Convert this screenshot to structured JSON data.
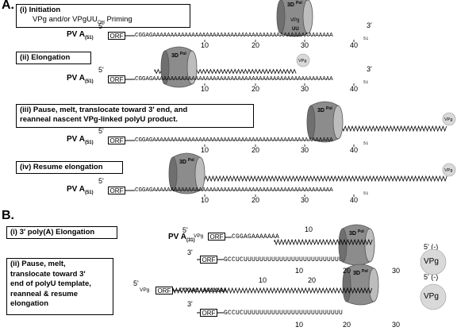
{
  "sections": {
    "a": "A.",
    "b": "B."
  },
  "a_steps": [
    {
      "title": "(i) Initiation",
      "subtitle": "VPg and/or VPgUU",
      "subtitle_sub": "OH",
      "subtitle_end": " Priming"
    },
    {
      "title": "(ii) Elongation"
    },
    {
      "title": "(iii) Pause, melt, translocate toward 3' end, and",
      "title2": "reanneal nascent VPg-linked polyU product."
    },
    {
      "title": "(iv) Resume elongation"
    }
  ],
  "b_steps": [
    {
      "title": "(i) 3' poly(A) Elongation"
    },
    {
      "title": "(ii) Pause, melt,",
      "l2": "translocate toward 3'",
      "l3": "end of polyU template,",
      "l4": "reanneal & resume",
      "l5": "elongation"
    }
  ],
  "template": {
    "pv_label": "PV A",
    "pv_sub_a": "(51)",
    "pv_sub_b": "(31)",
    "orf": "ORF",
    "five": "5'",
    "three": "3'",
    "five_minus": "5' (-)",
    "seq_a": "CGGAGAAAAAAAAAAAAAAAAAAAAAAAAAAAAAAAAAAAAAAAAAAAAAAAAAAA",
    "seq_a_end": "51",
    "seq_b_plus": "CGGAGAAAAAAA",
    "seq_b_minus": "GCCUCUUUUUUUUUUUUUUUUUUUUUUUUU",
    "polyA_tail": "AAAAAAAAAAA",
    "polyU": "UUUUUUUUUUUUUUUUUUUUUUUUUU"
  },
  "ticks_a": [
    "10",
    "20",
    "30",
    "40"
  ],
  "ticks_b1_top": "10",
  "ticks_b1_bot": [
    "10",
    "20",
    "30"
  ],
  "ticks_b2_top": [
    "10",
    "20"
  ],
  "ticks_b2_bot": [
    "10",
    "20",
    "30"
  ],
  "pol": {
    "label": "3D",
    "sup": "Pol"
  },
  "vpg": "VPg",
  "uu": "UU",
  "oh": "HO",
  "colors": {
    "polymerase": "#8c8c8c",
    "vpg": "#d9d9d9",
    "line": "#000000"
  }
}
